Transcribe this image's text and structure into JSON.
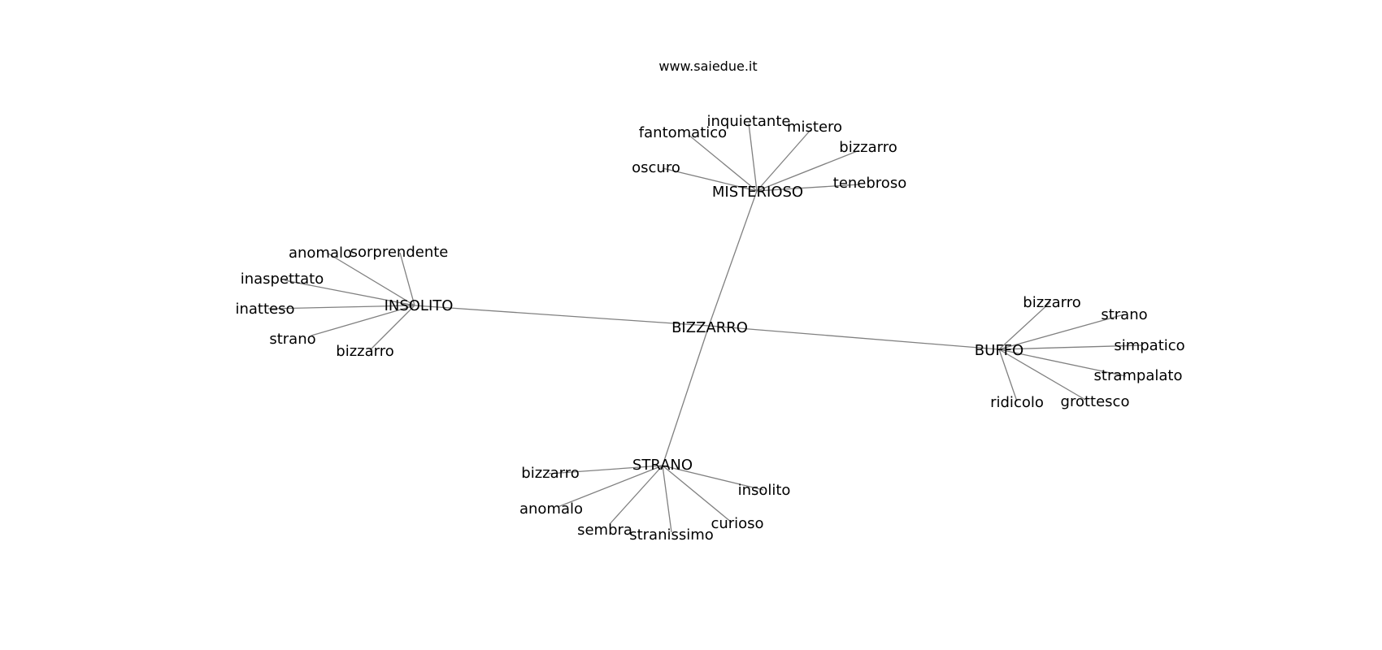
{
  "site": "www.saiedue.it",
  "root": "BIZZARRO",
  "branches": [
    {
      "id": "misterioso",
      "label": "MISTERIOSO",
      "leaves": [
        "oscuro",
        "fantomatico",
        "inquietante",
        "mistero",
        "bizzarro",
        "tenebroso"
      ]
    },
    {
      "id": "insolito",
      "label": "INSOLITO",
      "leaves": [
        "anomalo",
        "sorprendente",
        "inaspettato",
        "inatteso",
        "strano",
        "bizzarro"
      ]
    },
    {
      "id": "buffo",
      "label": "BUFFO",
      "leaves": [
        "bizzarro",
        "strano",
        "simpatico",
        "strampalato",
        "grottesco",
        "ridicolo"
      ]
    },
    {
      "id": "strano",
      "label": "STRANO",
      "leaves": [
        "bizzarro",
        "anomalo",
        "sembra",
        "stranissimo",
        "curioso",
        "insolito"
      ]
    }
  ]
}
